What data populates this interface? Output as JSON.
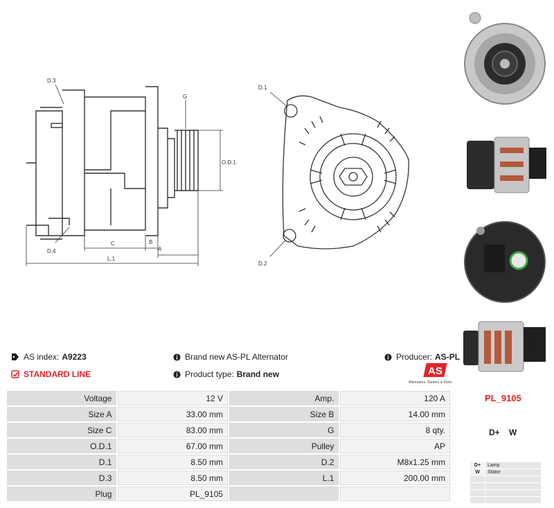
{
  "drawing": {
    "labels": {
      "d3": "D.3",
      "d4": "D.4",
      "g": "G",
      "od1": "O.D.1",
      "c": "C",
      "b": "B",
      "a": "A",
      "l1": "L.1",
      "d1": "D.1",
      "d2": "D.2"
    }
  },
  "info": {
    "as_index_label": "AS index:",
    "as_index_value": "A9223",
    "standard_line": "STANDARD LINE",
    "description": "Brand new AS-PL Alternator",
    "product_type_label": "Product type:",
    "product_type_value": "Brand new",
    "producer_label": "Producer:",
    "producer_value": "AS-PL"
  },
  "logo": {
    "mark": "AS",
    "tagline": "Alternators, Starters & Parts"
  },
  "specs": [
    {
      "l1": "Voltage",
      "v1": "12 V",
      "l2": "Amp.",
      "v2": "120 A"
    },
    {
      "l1": "Size A",
      "v1": "33.00 mm",
      "l2": "Size B",
      "v2": "14.00 mm"
    },
    {
      "l1": "Size C",
      "v1": "83.00 mm",
      "l2": "G",
      "v2": "8 qty."
    },
    {
      "l1": "O.D.1",
      "v1": "67.00 mm",
      "l2": "Pulley",
      "v2": "AP"
    },
    {
      "l1": "D.1",
      "v1": "8.50 mm",
      "l2": "D.2",
      "v2": "M8x1.25 mm"
    },
    {
      "l1": "D.3",
      "v1": "8.50 mm",
      "l2": "L.1",
      "v2": "200.00 mm"
    },
    {
      "l1": "Plug",
      "v1": "PL_9105",
      "l2": "",
      "v2": ""
    }
  ],
  "part_code": "PL_9105",
  "terminals_title": "D+ W",
  "terminals": [
    {
      "key": "D+",
      "desc": "Lamp"
    },
    {
      "key": "W",
      "desc": "Stator"
    }
  ],
  "colors": {
    "accent": "#e3262b",
    "label_bg": "#dedede",
    "value_bg": "#f3f3f3"
  }
}
